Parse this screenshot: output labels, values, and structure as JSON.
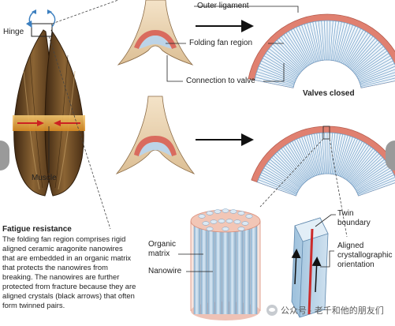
{
  "labels": {
    "hinge": "Hinge",
    "muscle": "Muscle",
    "outer_ligament": "Outer ligament",
    "folding_fan_region": "Folding fan region",
    "connection_to_valve": "Connection to valve",
    "valves_closed": "Valves closed",
    "organic_matrix": "Organic\nmatrix",
    "nanowire": "Nanowire",
    "twin_boundary": "Twin\nboundary",
    "aligned_orientation": "Aligned\ncrystallographic\norientation"
  },
  "fatigue": {
    "title": "Fatigue resistance",
    "body": "The folding fan region comprises rigid aligned ceramic aragonite nanowires that are embedded in an organic matrix that protects the nanowires from breaking. The nanowires are further protected from fracture because they are aligned crystals (black arrows) that often form twinned pairs."
  },
  "watermark": {
    "icon": "wechat-icon",
    "text": "公众号 · 老千和他的朋友们"
  },
  "colors": {
    "shell_brown": "#6b4a25",
    "ligament_tan": "#e9d1ad",
    "outer_ligament_red": "#e08070",
    "fan_blue": "#8ab4d6",
    "nanowire_blue": "#b8d3e6",
    "twin_red": "#cc2b2b",
    "muscle_band": "#e7a43a"
  }
}
